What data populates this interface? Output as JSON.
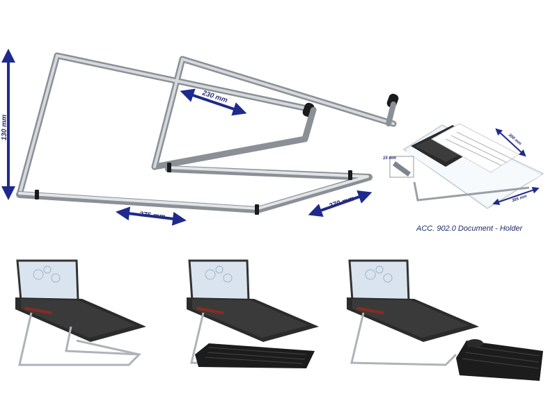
{
  "dimensions": {
    "height": "130 mm",
    "depth_top": "230 mm",
    "width_bottom": "275 mm",
    "depth_bottom": "270 mm"
  },
  "document_holder": {
    "caption": "ACC. 902.0  Document - Holder",
    "dim_a": "300 mm",
    "dim_b": "15 mm",
    "dim_c": "385 mm"
  },
  "colors": {
    "arrow": "#1f2a8c",
    "tube": "#b9bec4",
    "tube_shade": "#7d838a",
    "cap": "#1b1b1b"
  },
  "usage_photos": [
    {
      "name": "stand-with-laptop"
    },
    {
      "name": "stand-with-laptop-and-keyboard-under"
    },
    {
      "name": "stand-with-laptop-and-keyboard-beside"
    }
  ]
}
